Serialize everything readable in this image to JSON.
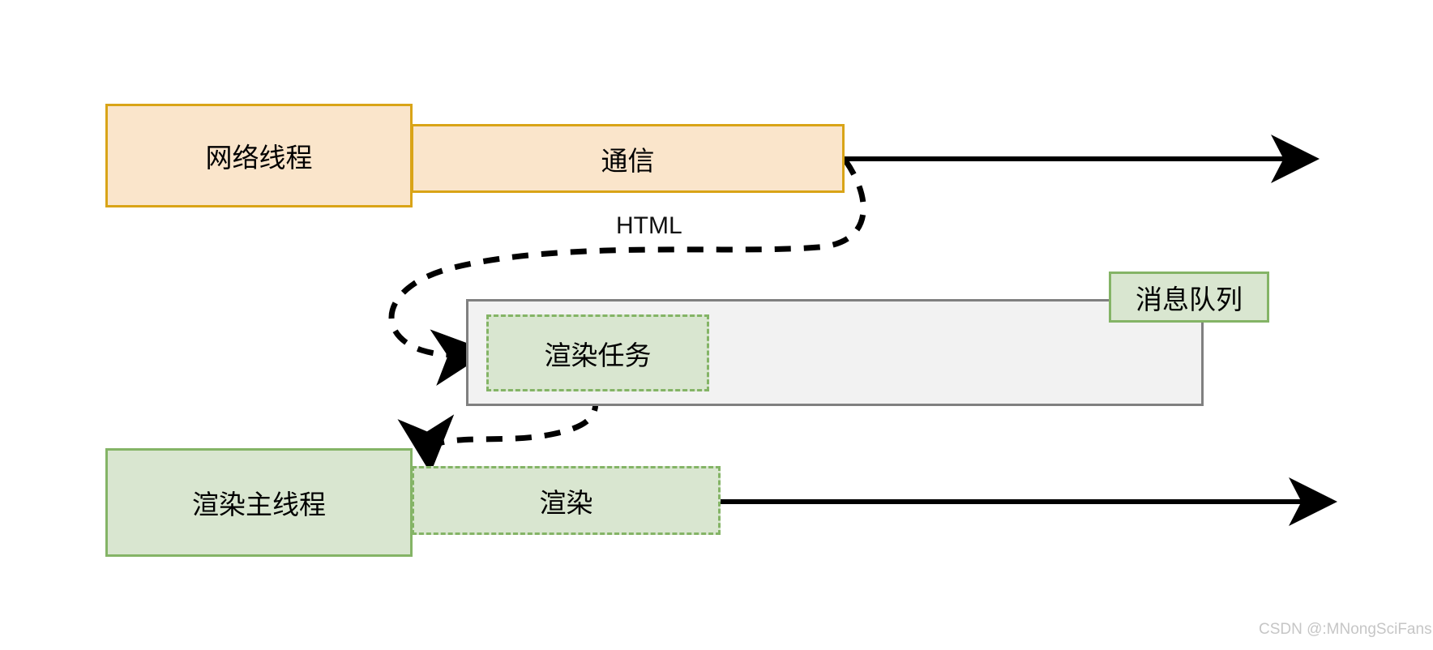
{
  "diagram": {
    "title": "browser-render-pipeline-timeline",
    "colors": {
      "orange_fill": "#FAE5CB",
      "orange_border": "#D9A417",
      "green_fill": "#D9E6D0",
      "green_border": "#84B466",
      "queue_fill": "#F2F2F2",
      "queue_border": "#808080",
      "edge": "#000000",
      "watermark": "#C6C6C6"
    },
    "nodes": {
      "network_thread": "网络线程",
      "communication": "通信",
      "message_queue": "消息队列",
      "render_task": "渲染任务",
      "render_main_thread": "渲染主线程",
      "render": "渲染"
    },
    "edges": {
      "html_label": "HTML"
    },
    "watermark": "CSDN @:MNongSciFans"
  }
}
